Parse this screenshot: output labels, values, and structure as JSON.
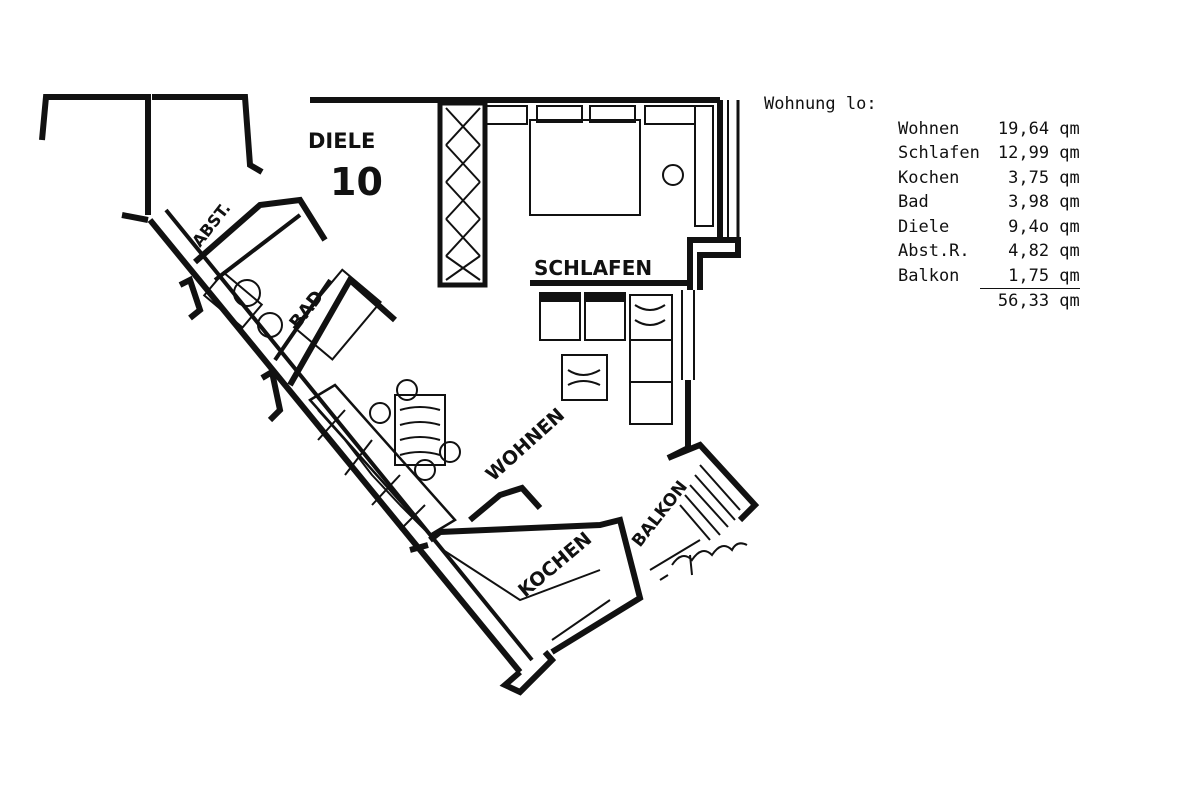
{
  "plan": {
    "apartment_label": "DIELE",
    "apartment_number": "10",
    "rooms": {
      "abst": "ABST.",
      "bad": "BAD",
      "schlafen": "SCHLAFEN",
      "wohnen": "WOHNEN",
      "kochen": "KOCHEN",
      "balkon": "BALKON"
    }
  },
  "legend": {
    "title": "Wohnung lo:",
    "rows": [
      {
        "room": "Wohnen",
        "area": "19,64 qm"
      },
      {
        "room": "Schlafen",
        "area": "12,99 qm"
      },
      {
        "room": "Kochen",
        "area": "3,75 qm"
      },
      {
        "room": "Bad",
        "area": "3,98 qm"
      },
      {
        "room": "Diele",
        "area": "9,4o qm"
      },
      {
        "room": "Abst.R.",
        "area": "4,82 qm"
      },
      {
        "room": "Balkon",
        "area": "1,75 qm"
      }
    ],
    "total": "56,33 qm"
  }
}
